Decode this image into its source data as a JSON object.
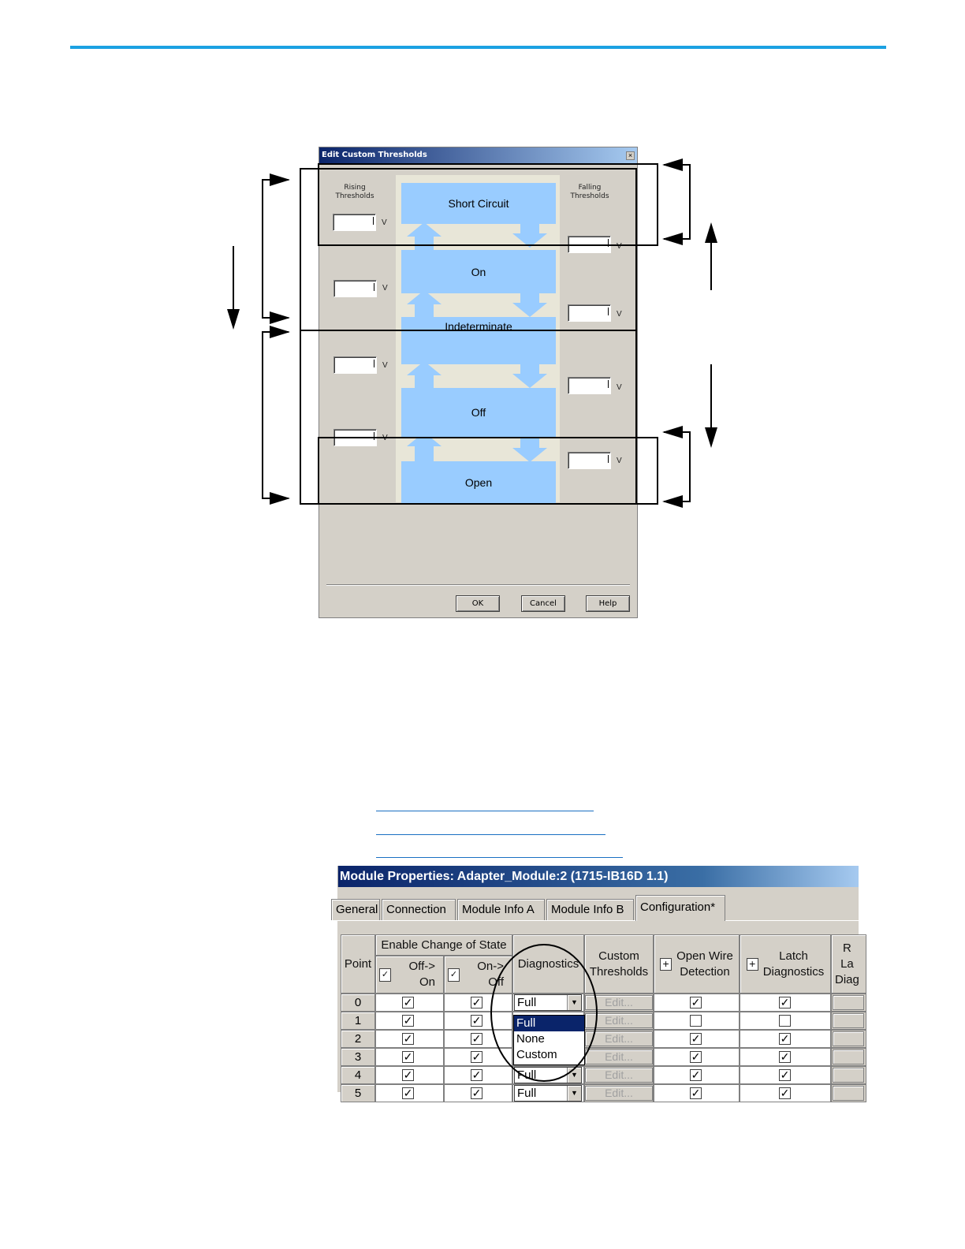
{
  "dialog": {
    "title": "Edit Custom Thresholds",
    "close_glyph": "×",
    "rising_header": "Rising\nThresholds",
    "falling_header": "Falling\nThresholds",
    "states": [
      "Short Circuit",
      "On",
      "Indeterminate",
      "Off",
      "Open"
    ],
    "unit": "V",
    "buttons": {
      "ok": "OK",
      "cancel": "Cancel",
      "help": "Help"
    }
  },
  "module_properties": {
    "title": "Module Properties: Adapter_Module:2 (1715-IB16D 1.1)",
    "tabs": [
      "General",
      "Connection",
      "Module Info A",
      "Module Info B",
      "Configuration*"
    ],
    "headers": {
      "point": "Point",
      "enable_cos": "Enable Change of State",
      "off_on": "Off->\nOn",
      "on_off": "On->\nOff",
      "diagnostics": "Diagnostics",
      "custom_thresholds": "Custom\nThresholds",
      "open_wire": "Open Wire\nDetection",
      "latch_diag": "Latch\nDiagnostics",
      "reset_latched": "R\nLa\nDiag"
    },
    "rows": [
      {
        "point": "0",
        "off_on": true,
        "on_off": true,
        "diagnostics": "Full",
        "edit": "Edit...",
        "open_wire": true,
        "latch": true
      },
      {
        "point": "1",
        "off_on": true,
        "on_off": true,
        "diagnostics": "",
        "edit": "Edit...",
        "open_wire": false,
        "latch": false
      },
      {
        "point": "2",
        "off_on": true,
        "on_off": true,
        "diagnostics": "",
        "edit": "Edit...",
        "open_wire": true,
        "latch": true
      },
      {
        "point": "3",
        "off_on": true,
        "on_off": true,
        "diagnostics": "",
        "edit": "Edit...",
        "open_wire": true,
        "latch": true
      },
      {
        "point": "4",
        "off_on": true,
        "on_off": true,
        "diagnostics": "Full",
        "edit": "Edit...",
        "open_wire": true,
        "latch": true
      },
      {
        "point": "5",
        "off_on": true,
        "on_off": true,
        "diagnostics": "Full",
        "edit": "Edit...",
        "open_wire": true,
        "latch": true
      }
    ],
    "dropdown_options": [
      "Full",
      "None",
      "Custom"
    ],
    "dropdown_selected": "Full"
  },
  "colors": {
    "rule": "#1ba1e2",
    "state_fill": "#99ccff",
    "titlebar": "#0a246a",
    "link": "#1a6fc2"
  }
}
